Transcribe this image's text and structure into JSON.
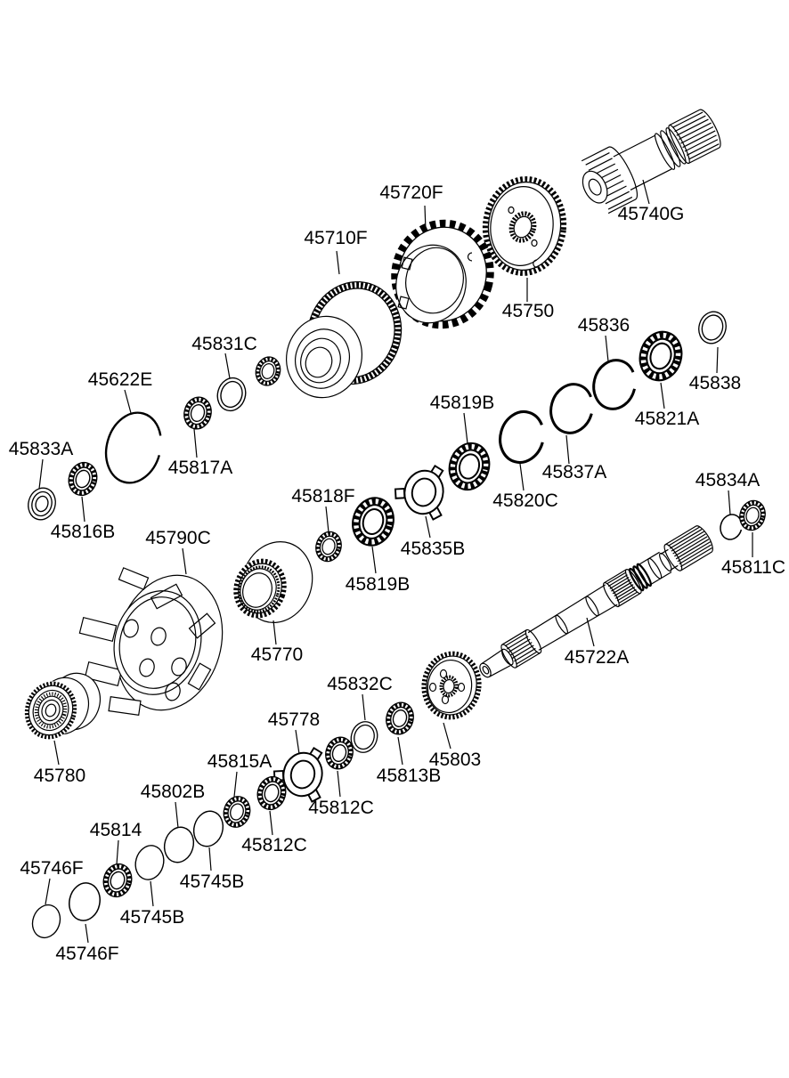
{
  "diagram": {
    "background_color": "#ffffff",
    "line_color": "#000000",
    "text_color": "#000000"
  },
  "parts": [
    {
      "label": "45710F",
      "shape": "clutch-drum"
    },
    {
      "label": "45720F",
      "shape": "clutch-retainer"
    },
    {
      "label": "45750",
      "shape": "driven-gear"
    },
    {
      "label": "45740G",
      "shape": "splined-shaft"
    },
    {
      "label": "45836",
      "shape": "snap-ring"
    },
    {
      "label": "45838",
      "shape": "ring"
    },
    {
      "label": "45821A",
      "shape": "bearing"
    },
    {
      "label": "45831C",
      "shape": "ring"
    },
    {
      "label": "45622E",
      "shape": "snap-ring"
    },
    {
      "label": "45819B",
      "shape": "bearing"
    },
    {
      "label": "45833A",
      "shape": "bearing-race"
    },
    {
      "label": "45817A",
      "shape": "bearing"
    },
    {
      "label": "45837A",
      "shape": "snap-ring"
    },
    {
      "label": "45820C",
      "shape": "snap-ring"
    },
    {
      "label": "45816B",
      "shape": "bearing"
    },
    {
      "label": "45790C",
      "shape": "planet-carrier"
    },
    {
      "label": "45818F",
      "shape": "bearing"
    },
    {
      "label": "45834A",
      "shape": "snap-ring"
    },
    {
      "label": "45835B",
      "shape": "lock-washer"
    },
    {
      "label": "45819B",
      "shape": "bearing"
    },
    {
      "label": "45811C",
      "shape": "bearing"
    },
    {
      "label": "45770",
      "shape": "sun-gear"
    },
    {
      "label": "45722A",
      "shape": "output-shaft"
    },
    {
      "label": "45832C",
      "shape": "ring"
    },
    {
      "label": "45778",
      "shape": "lock-washer"
    },
    {
      "label": "45815A",
      "shape": "bearing"
    },
    {
      "label": "45780",
      "shape": "one-way-clutch"
    },
    {
      "label": "45803",
      "shape": "gear"
    },
    {
      "label": "45813B",
      "shape": "bearing"
    },
    {
      "label": "45802B",
      "shape": "o-ring"
    },
    {
      "label": "45812C",
      "shape": "bearing"
    },
    {
      "label": "45812C",
      "shape": "bearing"
    },
    {
      "label": "45814",
      "shape": "bearing"
    },
    {
      "label": "45745B",
      "shape": "o-ring"
    },
    {
      "label": "45745B",
      "shape": "o-ring"
    },
    {
      "label": "45746F",
      "shape": "o-ring"
    },
    {
      "label": "45746F",
      "shape": "o-ring"
    }
  ]
}
